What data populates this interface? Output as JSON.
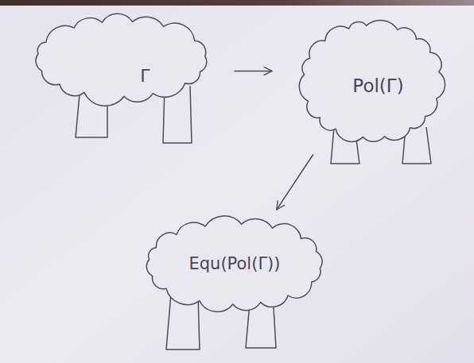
{
  "diagram": {
    "nodes": [
      {
        "text": [
          "Γ"
        ]
      },
      {
        "text": [
          "Pol(Γ)"
        ]
      },
      {
        "text": [
          "Equ(Pol(Γ))"
        ]
      }
    ],
    "edges": [
      {
        "from": 0,
        "to": 1,
        "arrow": "to"
      },
      {
        "from": 1,
        "to": 2,
        "arrow": "to"
      }
    ]
  }
}
